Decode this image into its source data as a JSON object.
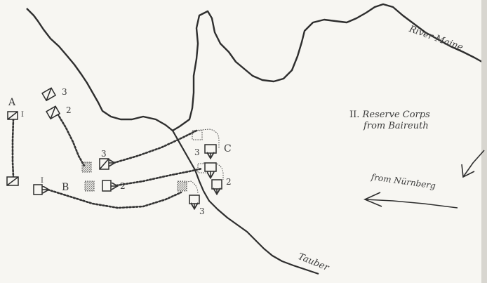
{
  "rivers": {
    "maine": "River Maine",
    "tauber": "Tauber"
  },
  "reserve": {
    "roman": "II.",
    "line1": "Reserve Corps",
    "line2": "from Baireuth"
  },
  "nurnberg": "from Nürnberg",
  "positions": {
    "A": "A",
    "B": "B",
    "C": "C"
  },
  "units": {
    "a1": "I",
    "a3": "3",
    "a2": "2",
    "b1": "I",
    "m3": "3",
    "m2": "2",
    "c3": "3",
    "r2": "2",
    "r3": "3"
  }
}
